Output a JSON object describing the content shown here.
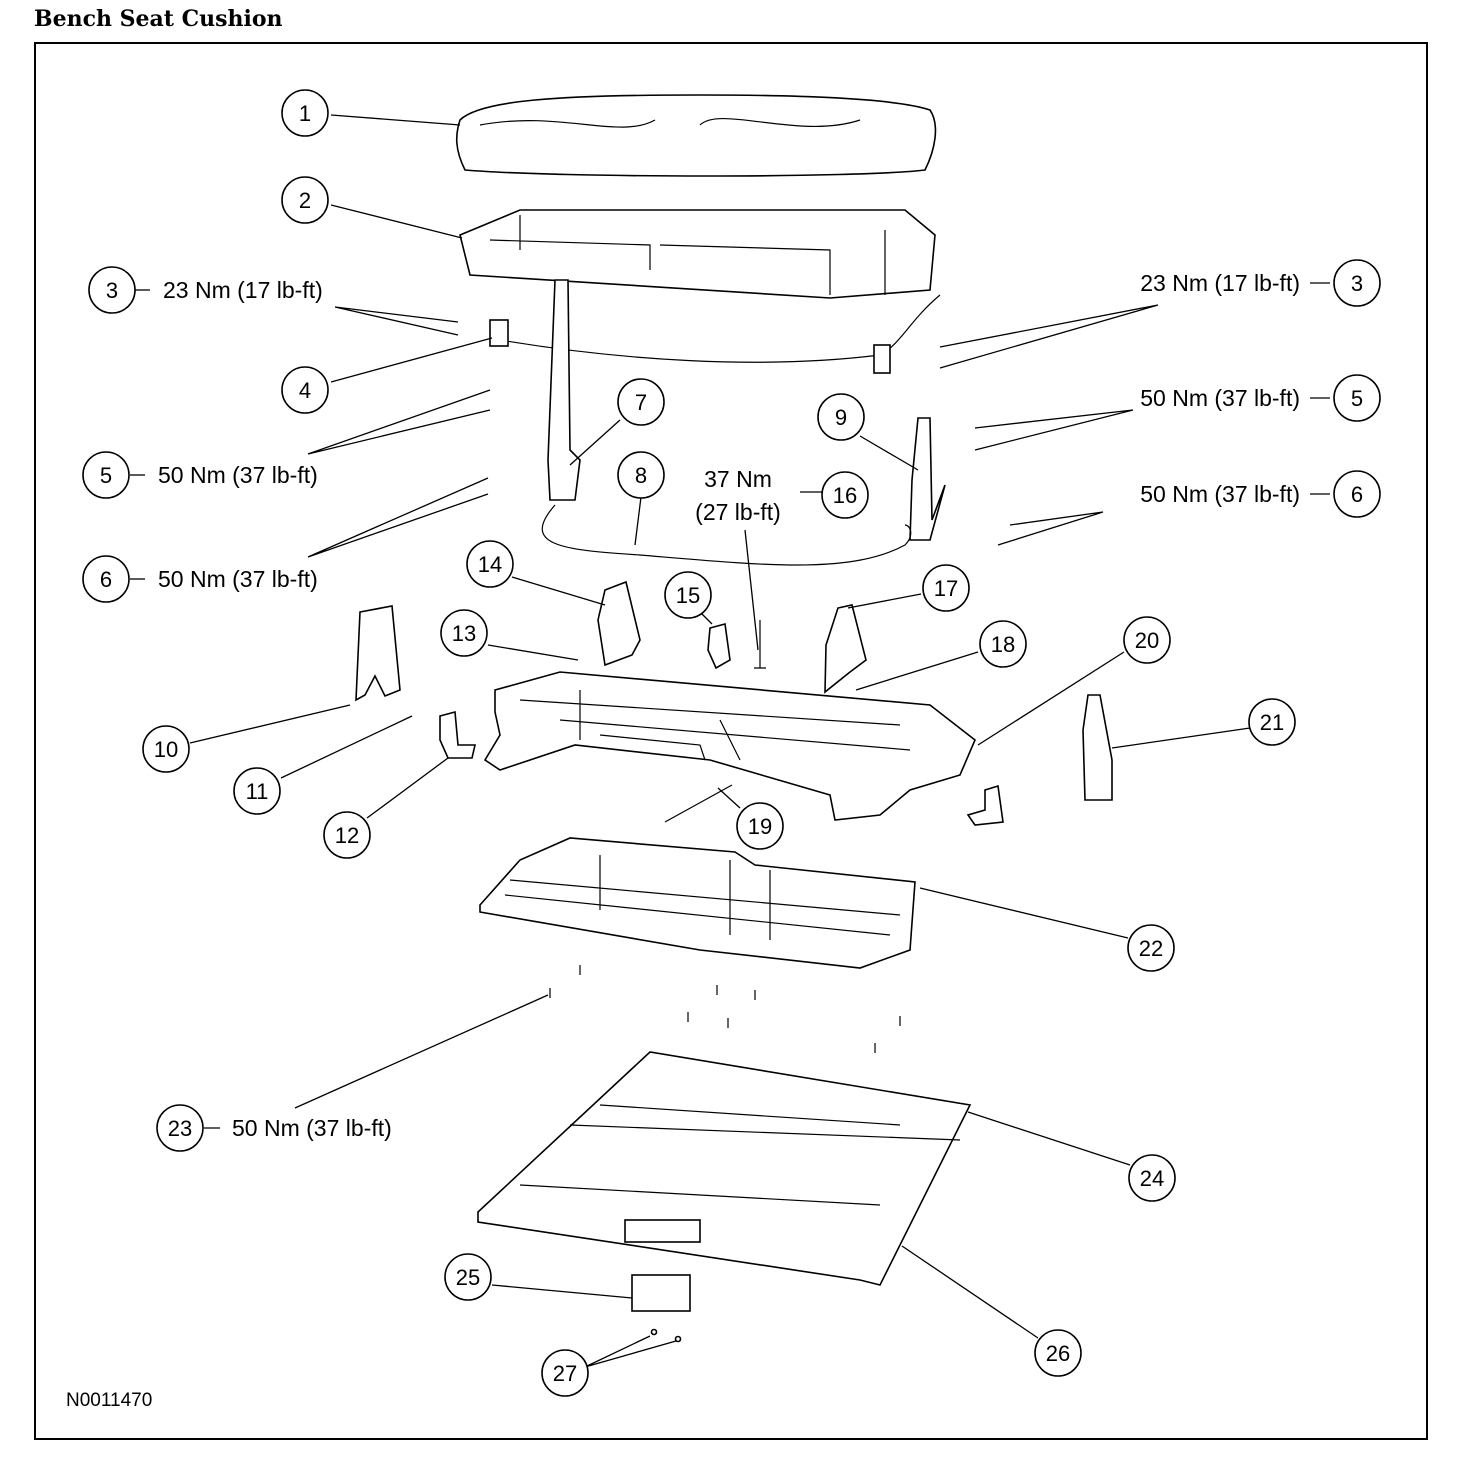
{
  "title": "Bench Seat Cushion",
  "figure_code": "N0011470",
  "callouts": [
    {
      "num": "1"
    },
    {
      "num": "2"
    },
    {
      "num": "3",
      "torque": "23 Nm (17 lb-ft)"
    },
    {
      "num": "3",
      "torque": "23 Nm (17 lb-ft)"
    },
    {
      "num": "4"
    },
    {
      "num": "5",
      "torque": "50 Nm (37 lb-ft)"
    },
    {
      "num": "5",
      "torque": "50 Nm (37 lb-ft)"
    },
    {
      "num": "6",
      "torque": "50 Nm (37 lb-ft)"
    },
    {
      "num": "6",
      "torque": "50 Nm (37 lb-ft)"
    },
    {
      "num": "7"
    },
    {
      "num": "8"
    },
    {
      "num": "9"
    },
    {
      "num": "10"
    },
    {
      "num": "11"
    },
    {
      "num": "12"
    },
    {
      "num": "13"
    },
    {
      "num": "14"
    },
    {
      "num": "15"
    },
    {
      "num": "16",
      "torque_line1": "37 Nm",
      "torque_line2": "(27 lb-ft)"
    },
    {
      "num": "17"
    },
    {
      "num": "18"
    },
    {
      "num": "19"
    },
    {
      "num": "20"
    },
    {
      "num": "21"
    },
    {
      "num": "22"
    },
    {
      "num": "23",
      "torque": "50 Nm (37 lb-ft)"
    },
    {
      "num": "24"
    },
    {
      "num": "25"
    },
    {
      "num": "26"
    },
    {
      "num": "27"
    }
  ]
}
